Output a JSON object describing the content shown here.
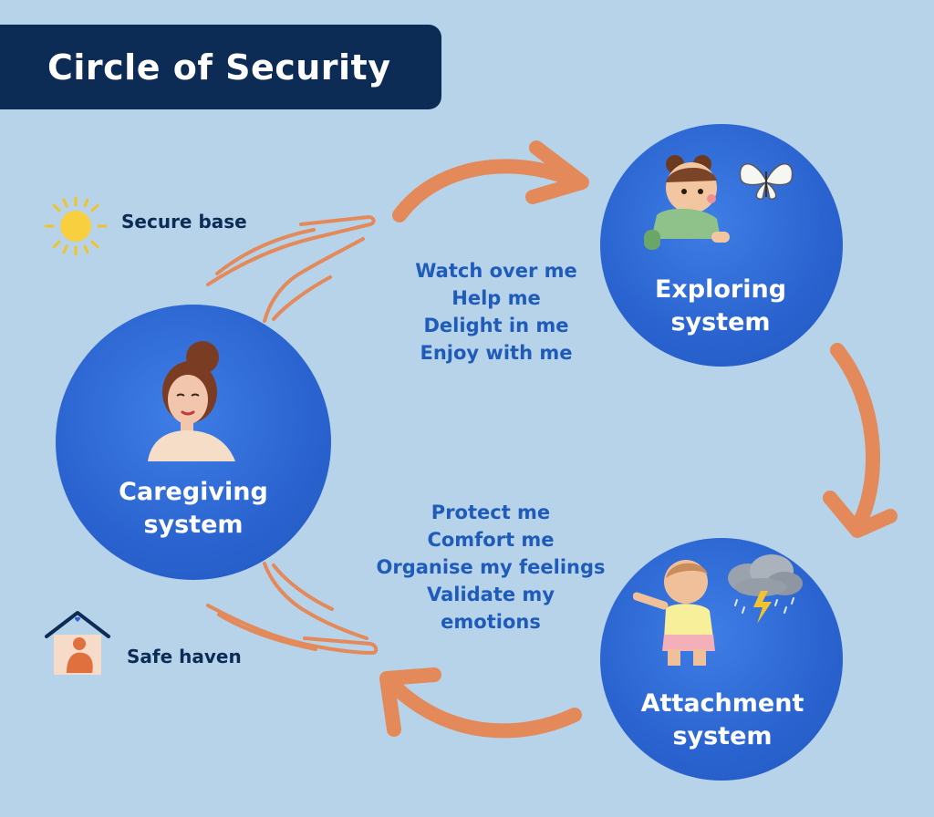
{
  "title": "Circle of Security",
  "labels": {
    "secure_base": "Secure base",
    "safe_haven": "Safe haven"
  },
  "systems": {
    "caregiving": [
      "Caregiving",
      "system"
    ],
    "exploring": [
      "Exploring",
      "system"
    ],
    "attachment": [
      "Attachment",
      "system"
    ]
  },
  "top_needs": [
    "Watch over me",
    "Help me",
    "Delight in me",
    "Enjoy with me"
  ],
  "bottom_needs": [
    "Protect me",
    "Comfort me",
    "Organise my feelings",
    "Validate my",
    "emotions"
  ],
  "colors": {
    "background": "#b7d3ea",
    "title_bar": "#0c2b55",
    "circle": "#2a63cf",
    "arrow": "#e3895a",
    "needs_text": "#1f5bb8"
  },
  "icons": {
    "secure_base": "sun-icon",
    "safe_haven": "house-icon",
    "caregiver": "caregiver-portrait",
    "explorer": "crawling-baby-with-butterfly",
    "attachment": "crying-toddler-with-storm-cloud"
  }
}
